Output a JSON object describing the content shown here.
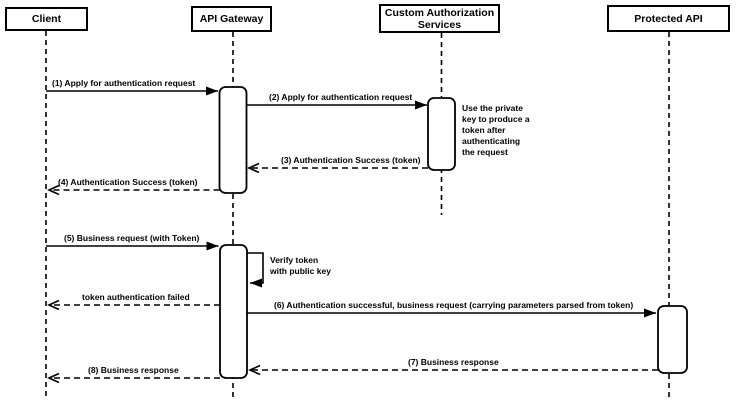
{
  "diagram_type": "uml-sequence-diagram",
  "colors": {
    "stroke": "#000000",
    "background": "#ffffff"
  },
  "actors": [
    {
      "name": "Client"
    },
    {
      "name": "API Gateway"
    },
    {
      "name": "Custom Authorization\nServices"
    },
    {
      "name": "Protected API"
    }
  ],
  "messages": [
    {
      "label": "(1) Apply for authentication request",
      "from": "Client",
      "to": "API Gateway",
      "line": "solid"
    },
    {
      "label": "(2) Apply for authentication request",
      "from": "API Gateway",
      "to": "Custom Authorization Services",
      "line": "solid"
    },
    {
      "label": "(3) Authentication Success (token)",
      "from": "Custom Authorization Services",
      "to": "API Gateway",
      "line": "dashed"
    },
    {
      "label": "(4) Authentication Success (token)",
      "from": "API Gateway",
      "to": "Client",
      "line": "dashed"
    },
    {
      "label": "(5) Business request (with Token)",
      "from": "Client",
      "to": "API Gateway",
      "line": "solid"
    },
    {
      "label": "token authentication failed",
      "from": "API Gateway",
      "to": "Client",
      "line": "dashed"
    },
    {
      "label": "(6) Authentication successful, business request (carrying parameters parsed from token)",
      "from": "API Gateway",
      "to": "Protected API",
      "line": "solid"
    },
    {
      "label": "(7) Business response",
      "from": "Protected API",
      "to": "API Gateway",
      "line": "dashed"
    },
    {
      "label": "(8) Business response",
      "from": "API Gateway",
      "to": "Client",
      "line": "dashed"
    }
  ],
  "notes": [
    {
      "text": "Use the private\nkey to produce a\ntoken after\nauthenticating\nthe request",
      "attached_to": "Custom Authorization Services"
    },
    {
      "text": "Verify token\nwith public key",
      "attached_to": "API Gateway",
      "kind": "self-message"
    }
  ]
}
